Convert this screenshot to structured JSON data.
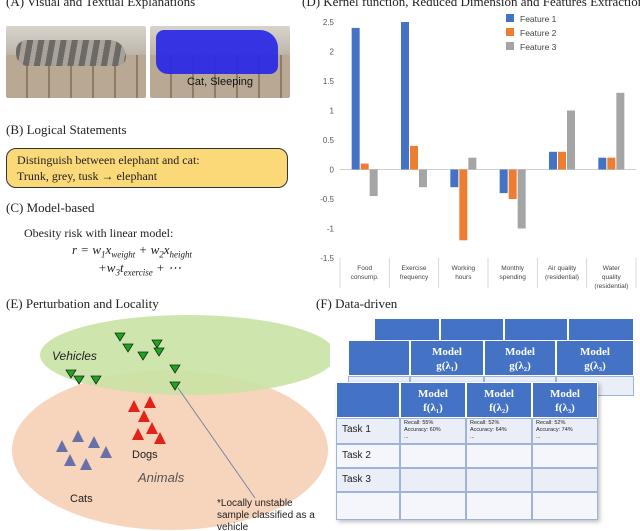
{
  "panel_a": {
    "title": "(A) Visual and Textual Explanations",
    "mask_label": "Cat, Sleeping"
  },
  "panel_b": {
    "title": "(B) Logical Statements",
    "line1": "Distinguish between elephant and cat:",
    "line2": "Trunk, grey, tusk → elephant"
  },
  "panel_c": {
    "title": "(C) Model-based",
    "intro": "Obesity risk with linear model:",
    "eq_line1": "r = w₁x_weight + w₂x_height",
    "eq_line2": "+w₃t_exercise + ⋯"
  },
  "panel_d": {
    "title": "(D) Kernel function, Reduced Dimension and Features Extraction"
  },
  "panel_e": {
    "title": "(E) Perturbation and Locality",
    "vehicles_label": "Vehicles",
    "animals_label": "Animals",
    "dogs_label": "Dogs",
    "cats_label": "Cats",
    "note_line1": "*Locally unstable",
    "note_line2": "sample classified as a",
    "note_line3": "vehicle"
  },
  "panel_f": {
    "title": "(F) Data-driven",
    "model_word": "Model",
    "back_headers": [
      "g(λ₁)",
      "g(λ₂)",
      "g(λ₃)"
    ],
    "front_headers": [
      "f(λ₁)",
      "f(λ₂)",
      "f(λ₃)"
    ],
    "tasks": [
      "Task 1",
      "Task 2",
      "Task 3"
    ],
    "task1_cells": [
      [
        "Recall: 55%",
        "Accuracy: 60%",
        "..."
      ],
      [
        "Recall: 52%",
        "Accuracy: 64%",
        "..."
      ],
      [
        "Recall: 52%",
        "Accuracy: 74%",
        "..."
      ]
    ]
  },
  "colors": {
    "feature1": "#4472c4",
    "feature2": "#ed7d31",
    "feature3": "#a5a5a5",
    "vehicles": "#c9e3a5",
    "animals": "#f7d2b8",
    "logic_box": "#fbd979",
    "table_header": "#4472c4"
  },
  "chart_data": {
    "type": "bar",
    "categories": [
      "Food consump.",
      "Exercise frequency",
      "Working hours",
      "Monthly spending",
      "Air quality (residential)",
      "Water quality (residential)"
    ],
    "series": [
      {
        "name": "Feature 1",
        "values": [
          2.4,
          2.5,
          -0.3,
          -0.4,
          0.3,
          0.2
        ]
      },
      {
        "name": "Feature 2",
        "values": [
          0.1,
          0.4,
          -1.2,
          -0.5,
          0.3,
          0.2
        ]
      },
      {
        "name": "Feature 3",
        "values": [
          -0.45,
          -0.3,
          0.2,
          -1.0,
          1.0,
          1.3
        ]
      }
    ],
    "yticks": [
      "2.5",
      "2",
      "1.5",
      "1",
      "0.5",
      "0",
      "-0.5",
      "-1",
      "-1.5"
    ],
    "ylim": [
      -1.5,
      2.5
    ],
    "legend": "top-right",
    "grid": false
  }
}
